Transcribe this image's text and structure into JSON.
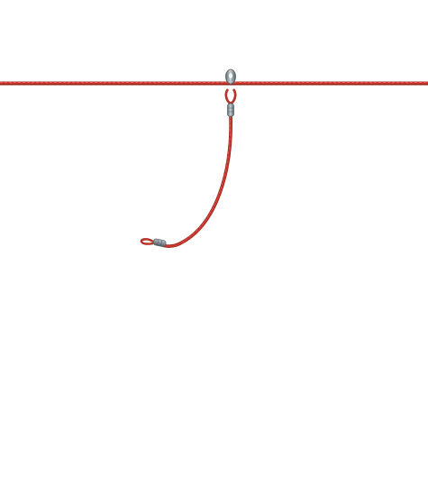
{
  "scene": {
    "background": "#ffffff",
    "objects": [
      {
        "kind": "taut-rope",
        "color": "#c8352b"
      },
      {
        "kind": "pulley-clip",
        "color": "#8a969c"
      },
      {
        "kind": "hanging-rope",
        "color": "#c8352b"
      },
      {
        "kind": "rope-end-clamp",
        "color": "#8a969c"
      }
    ]
  },
  "colors": {
    "rope": "#c8352b",
    "rope_dark": "#8e2019",
    "rope_highlight": "#e4675c",
    "metal": "#8a969c",
    "metal_dark": "#4f5a60",
    "metal_light": "#d4dde1"
  }
}
